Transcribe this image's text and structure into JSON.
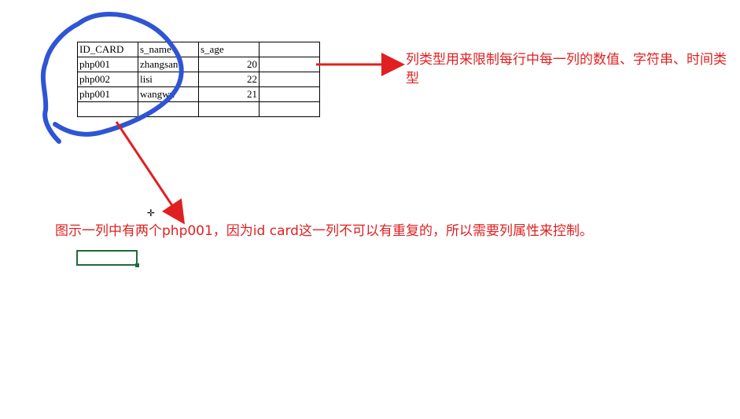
{
  "table": {
    "headers": [
      "ID_CARD",
      "s_name",
      "s_age",
      ""
    ],
    "rows": [
      [
        "php001",
        "zhangsan",
        "20",
        ""
      ],
      [
        "php002",
        "lisi",
        "22",
        ""
      ],
      [
        "php001",
        "wangwu",
        "21",
        ""
      ],
      [
        "",
        "",
        "",
        ""
      ]
    ]
  },
  "annotations": {
    "right_note": "列类型用来限制每行中每一列的数值、字符串、时间类型",
    "bottom_note": "图示一列中有两个php001，因为id card这一列不可以有重复的，所以需要列属性来控制。"
  },
  "colors": {
    "annotation_red": "#e02020",
    "highlight_blue": "#2f55d4",
    "selection_green": "#1e6b3a"
  },
  "icons": {
    "cursor": "cell-select-cross-icon"
  }
}
